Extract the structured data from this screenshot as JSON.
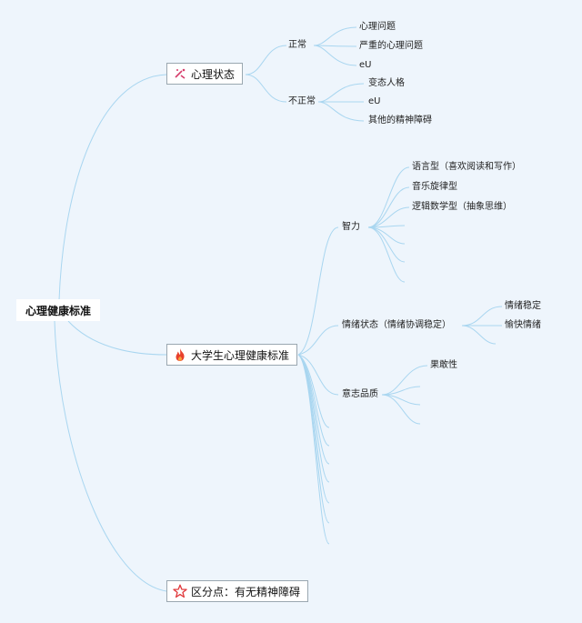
{
  "root": {
    "label": "心理健康标准"
  },
  "topics": {
    "state": {
      "label": "心理状态",
      "icon": "sparkle-icon",
      "normal": {
        "label": "正常",
        "items": [
          "心理问题",
          "严重的心理问题",
          "eU"
        ]
      },
      "abnormal": {
        "label": "不正常",
        "items": [
          "变态人格",
          "eU",
          "其他的精神障碍"
        ]
      }
    },
    "college": {
      "label": "大学生心理健康标准",
      "icon": "fire-icon",
      "intelligence": {
        "label": "智力",
        "items": [
          "语言型（喜欢阅读和写作）",
          "音乐旋律型",
          "逻辑数学型（抽象思维）"
        ]
      },
      "emotion": {
        "label": "情绪状态（情绪协调稳定）",
        "items": [
          "情绪稳定",
          "愉快情绪"
        ]
      },
      "will": {
        "label": "意志品质",
        "items": [
          "果敢性"
        ]
      }
    },
    "distinction": {
      "label": "区分点：有无精神障碍",
      "icon": "star-icon"
    }
  },
  "colors": {
    "line": "#a9d6f0",
    "background": "#eef5fc",
    "fire": "#e8412c",
    "star": "#e0383b",
    "sparkle": "#d63c6b"
  }
}
